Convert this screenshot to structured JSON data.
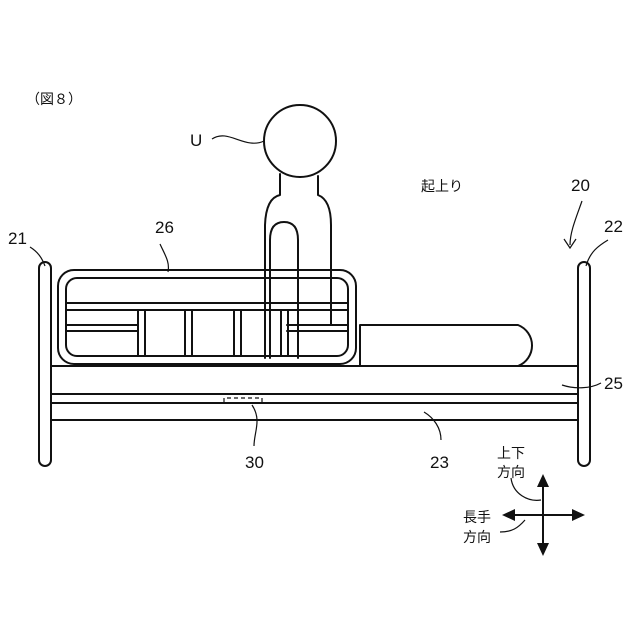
{
  "figure_caption": "（図８）",
  "labels": {
    "user": "U",
    "state": "起上り",
    "bed": "20",
    "head_board": "21",
    "foot_board": "22",
    "frame": "23",
    "mattress": "25",
    "side_rail": "26",
    "sensor": "30"
  },
  "direction": {
    "vertical_line1": "上下",
    "vertical_line2": "方向",
    "horizontal_line1": "長手",
    "horizontal_line2": "方向"
  }
}
